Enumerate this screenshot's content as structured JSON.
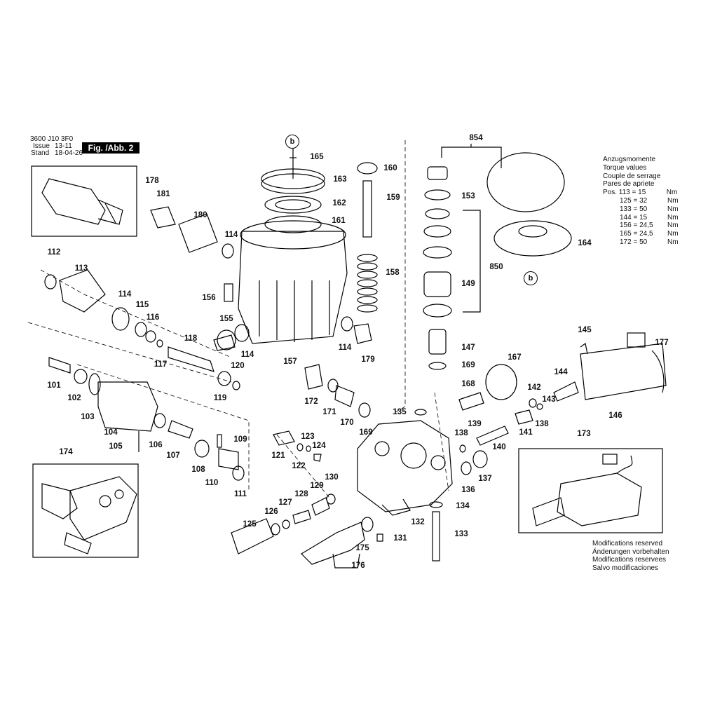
{
  "header": {
    "code": "3600 J10 3F0",
    "issue_label": "Issue",
    "issue_value": "13-11",
    "stand_label": "Stand",
    "stand_value": "18-04-26",
    "figure_label": "Fig. /Abb. 2"
  },
  "torque": {
    "titles": [
      "Anzugsmomente",
      "Torque values",
      "Couple de serrage",
      "Pares de apriete"
    ],
    "prefix": "Pos.",
    "rows": [
      {
        "text": "113 = 15",
        "unit": "Nm"
      },
      {
        "text": "125 = 32",
        "unit": "Nm"
      },
      {
        "text": "133 = 50",
        "unit": "Nm"
      },
      {
        "text": "144 = 15",
        "unit": "Nm"
      },
      {
        "text": "156 = 24,5",
        "unit": "Nm"
      },
      {
        "text": "165 = 24,5",
        "unit": "Nm"
      },
      {
        "text": "172 = 50",
        "unit": "Nm"
      }
    ]
  },
  "modifications": [
    "Modifications reserved",
    "Änderungen vorbehalten",
    "Modifications reservees",
    "Salvo modificaciones"
  ],
  "reference_marks": [
    "b",
    "b"
  ],
  "part_numbers": [
    "101",
    "102",
    "103",
    "104",
    "105",
    "106",
    "107",
    "108",
    "109",
    "110",
    "111",
    "112",
    "113",
    "114",
    "114",
    "114",
    "114",
    "115",
    "116",
    "117",
    "118",
    "119",
    "120",
    "121",
    "122",
    "123",
    "124",
    "125",
    "126",
    "127",
    "128",
    "129",
    "130",
    "131",
    "132",
    "133",
    "134",
    "135",
    "136",
    "137",
    "138",
    "138",
    "139",
    "140",
    "141",
    "142",
    "143",
    "144",
    "145",
    "146",
    "147",
    "149",
    "153",
    "155",
    "156",
    "157",
    "158",
    "159",
    "160",
    "161",
    "162",
    "163",
    "164",
    "165",
    "167",
    "168",
    "169",
    "169",
    "170",
    "171",
    "172",
    "173",
    "174",
    "175",
    "176",
    "177",
    "178",
    "179",
    "180",
    "181",
    "850",
    "854"
  ]
}
